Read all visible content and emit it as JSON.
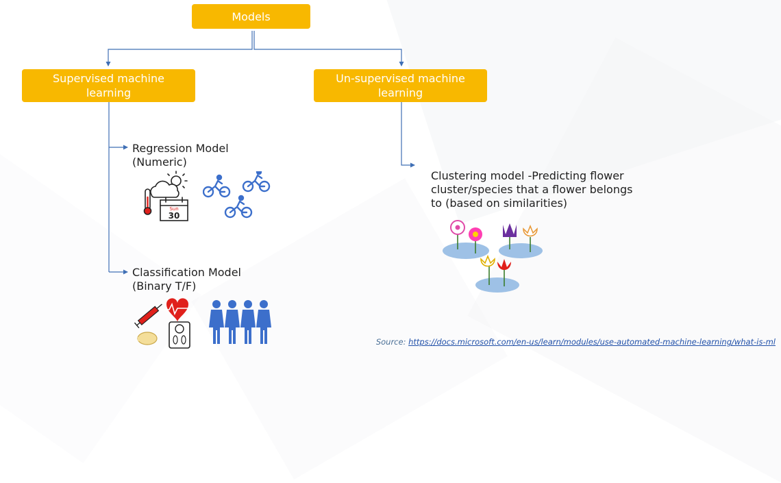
{
  "diagram": {
    "root": {
      "label": "Models"
    },
    "branches": [
      {
        "label": "Supervised machine\nlearning",
        "leaves": [
          {
            "label": "Regression Model\n(Numeric)",
            "icons": [
              "weather-thermometer-calendar-icon",
              "cyclists-icon"
            ]
          },
          {
            "label": "Classification Model\n(Binary T/F)",
            "icons": [
              "medical-syringe-heart-scale-icon",
              "people-group-icon"
            ]
          }
        ]
      },
      {
        "label": "Un-supervised machine\nlearning",
        "leaves": [
          {
            "label": "Clustering model -Predicting flower\ncluster/species that a flower belongs\nto (based on similarities)",
            "icons": [
              "flower-clusters-icon"
            ]
          }
        ]
      }
    ],
    "calendar_text": {
      "day": "Sun",
      "date": "30"
    }
  },
  "source": {
    "prefix": "Source: ",
    "link_text": "https://docs.microsoft.com/en-us/learn/modules/use-automated-machine-learning/what-is-ml"
  },
  "colors": {
    "box": "#f8b800",
    "box_text": "#ffffff",
    "connector": "#3f6fb5",
    "icon_blue": "#3c6fcb",
    "accent_red": "#e0201b"
  }
}
